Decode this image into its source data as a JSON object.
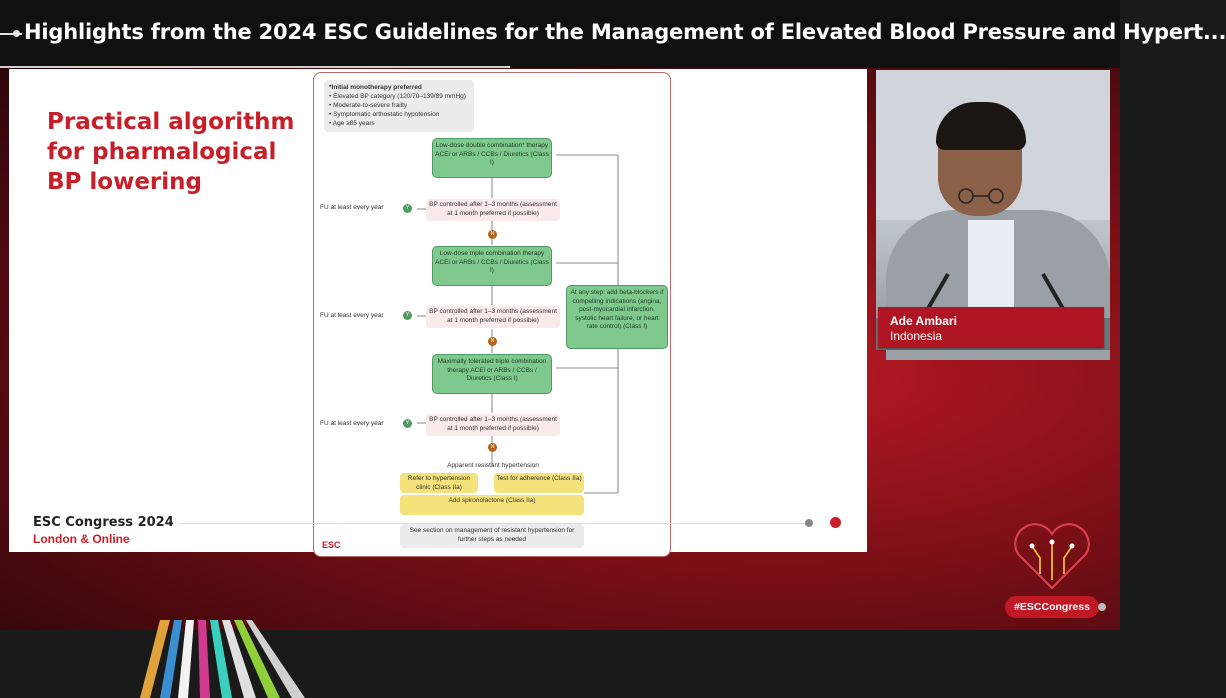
{
  "header": {
    "title": "Highlights from the 2024 ESC Guidelines for the Management of Elevated Blood Pressure and Hypert..."
  },
  "slide": {
    "title": "Practical algorithm for pharmalogical BP lowering",
    "congress_line1": "ESC Congress 2024",
    "congress_line2": "London & Online",
    "figure": {
      "note": {
        "heading": "*Initial monotherapy preferred",
        "items": [
          "Elevated BP category (120/70–139/89 mmHg)",
          "Moderate-to-severe frailty",
          "Symptomatic orthostatic hypotension",
          "Age ≥85 years"
        ]
      },
      "step1": "Low-dose double combination* therapy ACEi or ARBs / CCBs / Diuretics (Class I)",
      "step2": "Low-dose triple combination therapy ACEi or ARBs / CCBs / Diuretics (Class I)",
      "step3": "Maximally tolerated triple combination therapy ACEi or ARBs / CCBs / Diuretics (Class I)",
      "check_text": "BP controlled after 1–3 months (assessment at 1 month preferred if possible)",
      "fu_text": "FU at least every year",
      "yes": "Y",
      "no": "N",
      "side_box": "At any step: add beta-blockers if compelling indications (angina, post-myocardial infarction, systolic heart failure, or heart rate control) (Class I)",
      "apparent": "Apparent resistant hypertension",
      "refer": "Refer to hypertension clinic (Class IIa)",
      "adherence": "Test for adherence (Class IIa)",
      "spironolactone": "Add spironolactone (Class IIa)",
      "see_section": "See section on management of resistant hypertension for further steps as needed",
      "logo": "ESC"
    }
  },
  "speaker": {
    "name": "Ade Ambari",
    "country": "Indonesia"
  },
  "hashtag": "#ESCCongress",
  "colors": {
    "accent_red": "#c81e28",
    "green_box": "#7fc98f",
    "topbar": "#101010"
  }
}
